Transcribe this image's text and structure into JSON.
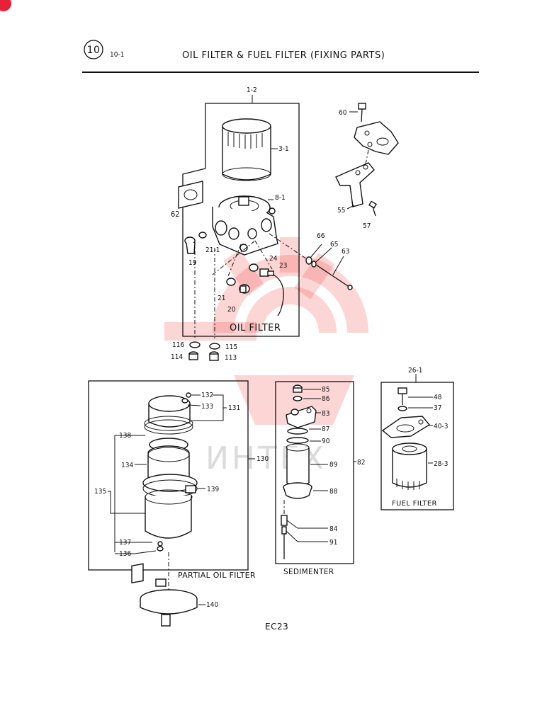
{
  "header": {
    "page_number": "10",
    "section": "10-1",
    "title": "OIL FILTER & FUEL FILTER (FIXING PARTS)"
  },
  "footer": {
    "code": "EC23"
  },
  "watermark": {
    "text": "ИНТЕХ",
    "color": "#f04040"
  },
  "groups": {
    "oil_filter": "OIL FILTER",
    "partial_oil_filter": "PARTIAL OIL FILTER",
    "sedimenter": "SEDIMENTER",
    "fuel_filter": "FUEL FILTER"
  },
  "callouts": {
    "c1_2": "1-2",
    "c3_1": "3-1",
    "c8_1": "8-1",
    "c62": "62",
    "c19": "19",
    "c21_1": "21-1",
    "c24": "24",
    "c23": "23",
    "c21": "21",
    "c20": "20",
    "c60": "60",
    "c55": "55",
    "c57": "57",
    "c66": "66",
    "c65": "65",
    "c63": "63",
    "c116": "116",
    "c115": "115",
    "c114": "114",
    "c113": "113",
    "c132": "132",
    "c133": "133",
    "c131": "131",
    "c138": "138",
    "c134": "134",
    "c130": "130",
    "c135": "135",
    "c139": "139",
    "c137": "137",
    "c136": "136",
    "c140": "140",
    "c85": "85",
    "c86": "86",
    "c83": "83",
    "c87": "87",
    "c90": "90",
    "c89": "89",
    "c82": "82",
    "c88": "88",
    "c84": "84",
    "c91": "91",
    "c26_1": "26-1",
    "c48": "48",
    "c37": "37",
    "c40_3": "40-3",
    "c28_3": "28-3"
  }
}
